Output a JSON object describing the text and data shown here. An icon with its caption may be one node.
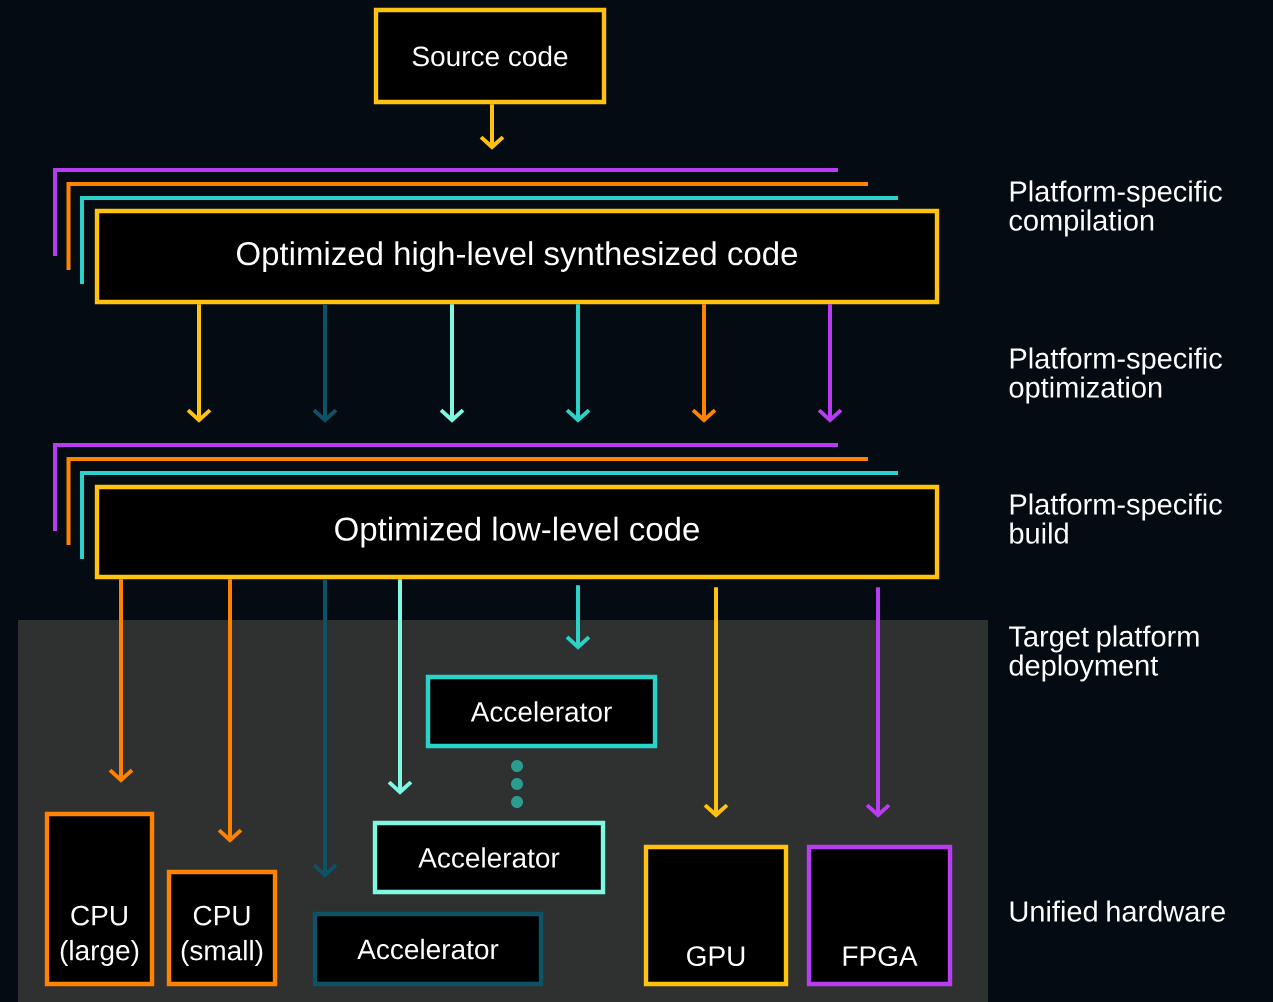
{
  "diagram": {
    "nodes": [
      {
        "text": [
          "Source code"
        ]
      },
      {
        "text": [
          "Optimized high-level synthesized code"
        ]
      },
      {
        "text": [
          "Optimized low-level code"
        ]
      },
      {
        "text": [
          "Accelerator"
        ]
      },
      {
        "text": [
          "Accelerator"
        ]
      },
      {
        "text": [
          "Accelerator"
        ]
      },
      {
        "text": [
          "CPU (large)"
        ]
      },
      {
        "text": [
          "CPU (small)"
        ]
      },
      {
        "text": [
          "GPU"
        ]
      },
      {
        "text": [
          "FPGA"
        ]
      }
    ],
    "edges": [
      {
        "from": 0,
        "to": 1,
        "arrow": "to",
        "color": "#ffc20e"
      },
      {
        "from": 1,
        "to": 2,
        "arrow": "to",
        "color": "#ffc20e"
      },
      {
        "from": 1,
        "to": 2,
        "arrow": "to",
        "color": "#0e5265"
      },
      {
        "from": 1,
        "to": 2,
        "arrow": "to",
        "color": "#7ff9e2"
      },
      {
        "from": 1,
        "to": 2,
        "arrow": "to",
        "color": "#2ad2c9"
      },
      {
        "from": 1,
        "to": 2,
        "arrow": "to",
        "color": "#ff8300"
      },
      {
        "from": 1,
        "to": 2,
        "arrow": "to",
        "color": "#b83df0"
      },
      {
        "from": 2,
        "to": 6,
        "arrow": "to",
        "color": "#ff8300"
      },
      {
        "from": 2,
        "to": 7,
        "arrow": "to",
        "color": "#ff8300"
      },
      {
        "from": 2,
        "to": 5,
        "arrow": "to",
        "color": "#0e5265"
      },
      {
        "from": 2,
        "to": 4,
        "arrow": "to",
        "color": "#7ff9e2"
      },
      {
        "from": 2,
        "to": 3,
        "arrow": "to",
        "color": "#2ad2c9"
      },
      {
        "from": 2,
        "to": 8,
        "arrow": "to",
        "color": "#ffc20e"
      },
      {
        "from": 2,
        "to": 9,
        "arrow": "to",
        "color": "#b83df0"
      }
    ],
    "labels": [
      "Platform-specific compilation",
      "Platform-specific optimization",
      "Platform-specific build",
      "Target platform deployment",
      "Unified hardware"
    ]
  }
}
